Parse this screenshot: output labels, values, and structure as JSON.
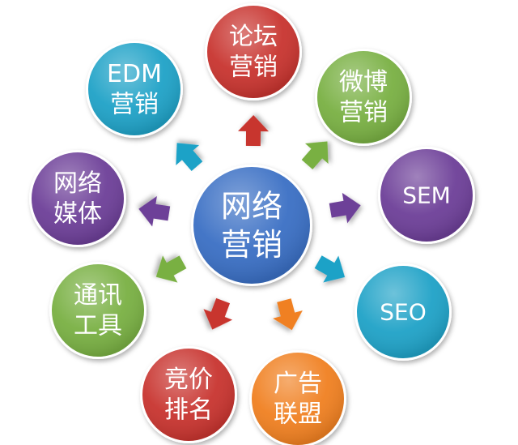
{
  "center": {
    "lines": [
      "网络",
      "营销"
    ],
    "color": "#3a6fc4"
  },
  "nodes": [
    {
      "id": "forum-marketing",
      "lines": [
        "论坛",
        "营销"
      ],
      "color": "#c8342f",
      "arrow_color": "#c8342f"
    },
    {
      "id": "weibo-marketing",
      "lines": [
        "微博",
        "营销"
      ],
      "color": "#79b043",
      "arrow_color": "#79b043"
    },
    {
      "id": "sem",
      "lines": [
        "SEM"
      ],
      "color": "#6d3f98",
      "arrow_color": "#6d3f98"
    },
    {
      "id": "seo",
      "lines": [
        "SEO"
      ],
      "color": "#1fa2c7",
      "arrow_color": "#1fa2c7"
    },
    {
      "id": "ad-alliance",
      "lines": [
        "广告",
        "联盟"
      ],
      "color": "#f08021",
      "arrow_color": "#f08021"
    },
    {
      "id": "bidding-ranking",
      "lines": [
        "竞价",
        "排名"
      ],
      "color": "#c8342f",
      "arrow_color": "#c8342f"
    },
    {
      "id": "im-tools",
      "lines": [
        "通讯",
        "工具"
      ],
      "color": "#79b043",
      "arrow_color": "#79b043"
    },
    {
      "id": "network-media",
      "lines": [
        "网络",
        "媒体"
      ],
      "color": "#6d3f98",
      "arrow_color": "#6d3f98"
    },
    {
      "id": "edm-marketing",
      "lines": [
        "EDM",
        "营销"
      ],
      "color": "#1fa2c7",
      "arrow_color": "#1fa2c7"
    }
  ]
}
